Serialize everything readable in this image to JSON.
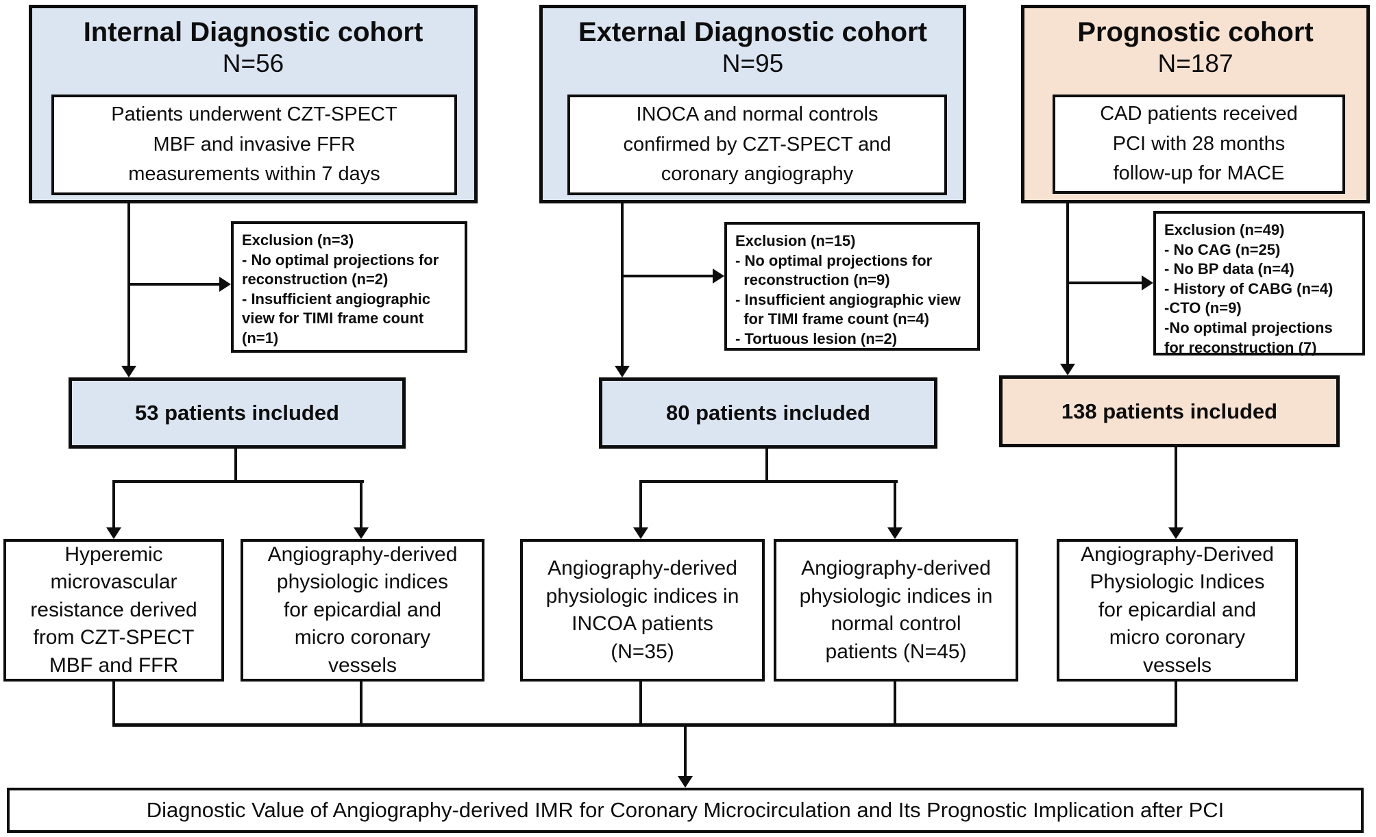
{
  "colors": {
    "diagnostic_fill": "#dbe5f1",
    "prognostic_fill": "#f7e2d2",
    "line": "#0d0d0d"
  },
  "cohorts": [
    {
      "title": "Internal Diagnostic cohort",
      "n": "N=56",
      "description": "Patients underwent CZT-SPECT MBF and invasive FFR measurements within 7 days",
      "exclusion": "Exclusion (n=3)\n- No optimal projections for\nreconstruction (n=2)\n- Insufficient angiographic\nview for TIMI frame count\n(n=1)",
      "included": "53 patients included"
    },
    {
      "title": "External Diagnostic cohort",
      "n": "N=95",
      "description": "INOCA and normal controls confirmed by CZT-SPECT and coronary angiography",
      "exclusion": "Exclusion (n=15)\n- No optimal projections for\n  reconstruction (n=9)\n- Insufficient angiographic view\n  for TIMI frame count (n=4)\n- Tortuous lesion (n=2)",
      "included": "80 patients included"
    },
    {
      "title": "Prognostic cohort",
      "n": "N=187",
      "description": "CAD patients received PCI with 28 months follow-up for MACE",
      "exclusion": "Exclusion (n=49)\n- No CAG (n=25)\n- No BP data (n=4)\n- History of CABG (n=4)\n-CTO (n=9)\n-No optimal projections\nfor reconstruction (7)",
      "included": "138 patients included"
    }
  ],
  "outcomes": [
    "Hyperemic microvascular resistance derived from CZT-SPECT MBF and FFR",
    "Angiography-derived physiologic indices for epicardial and micro coronary vessels",
    "Angiography-derived physiologic indices in INCOA patients (N=35)",
    "Angiography-derived physiologic indices in normal control patients (N=45)",
    "Angiography-Derived Physiologic Indices for epicardial and micro coronary vessels"
  ],
  "conclusion": "Diagnostic Value of Angiography-derived IMR for Coronary Microcirculation and Its Prognostic Implication after PCI"
}
